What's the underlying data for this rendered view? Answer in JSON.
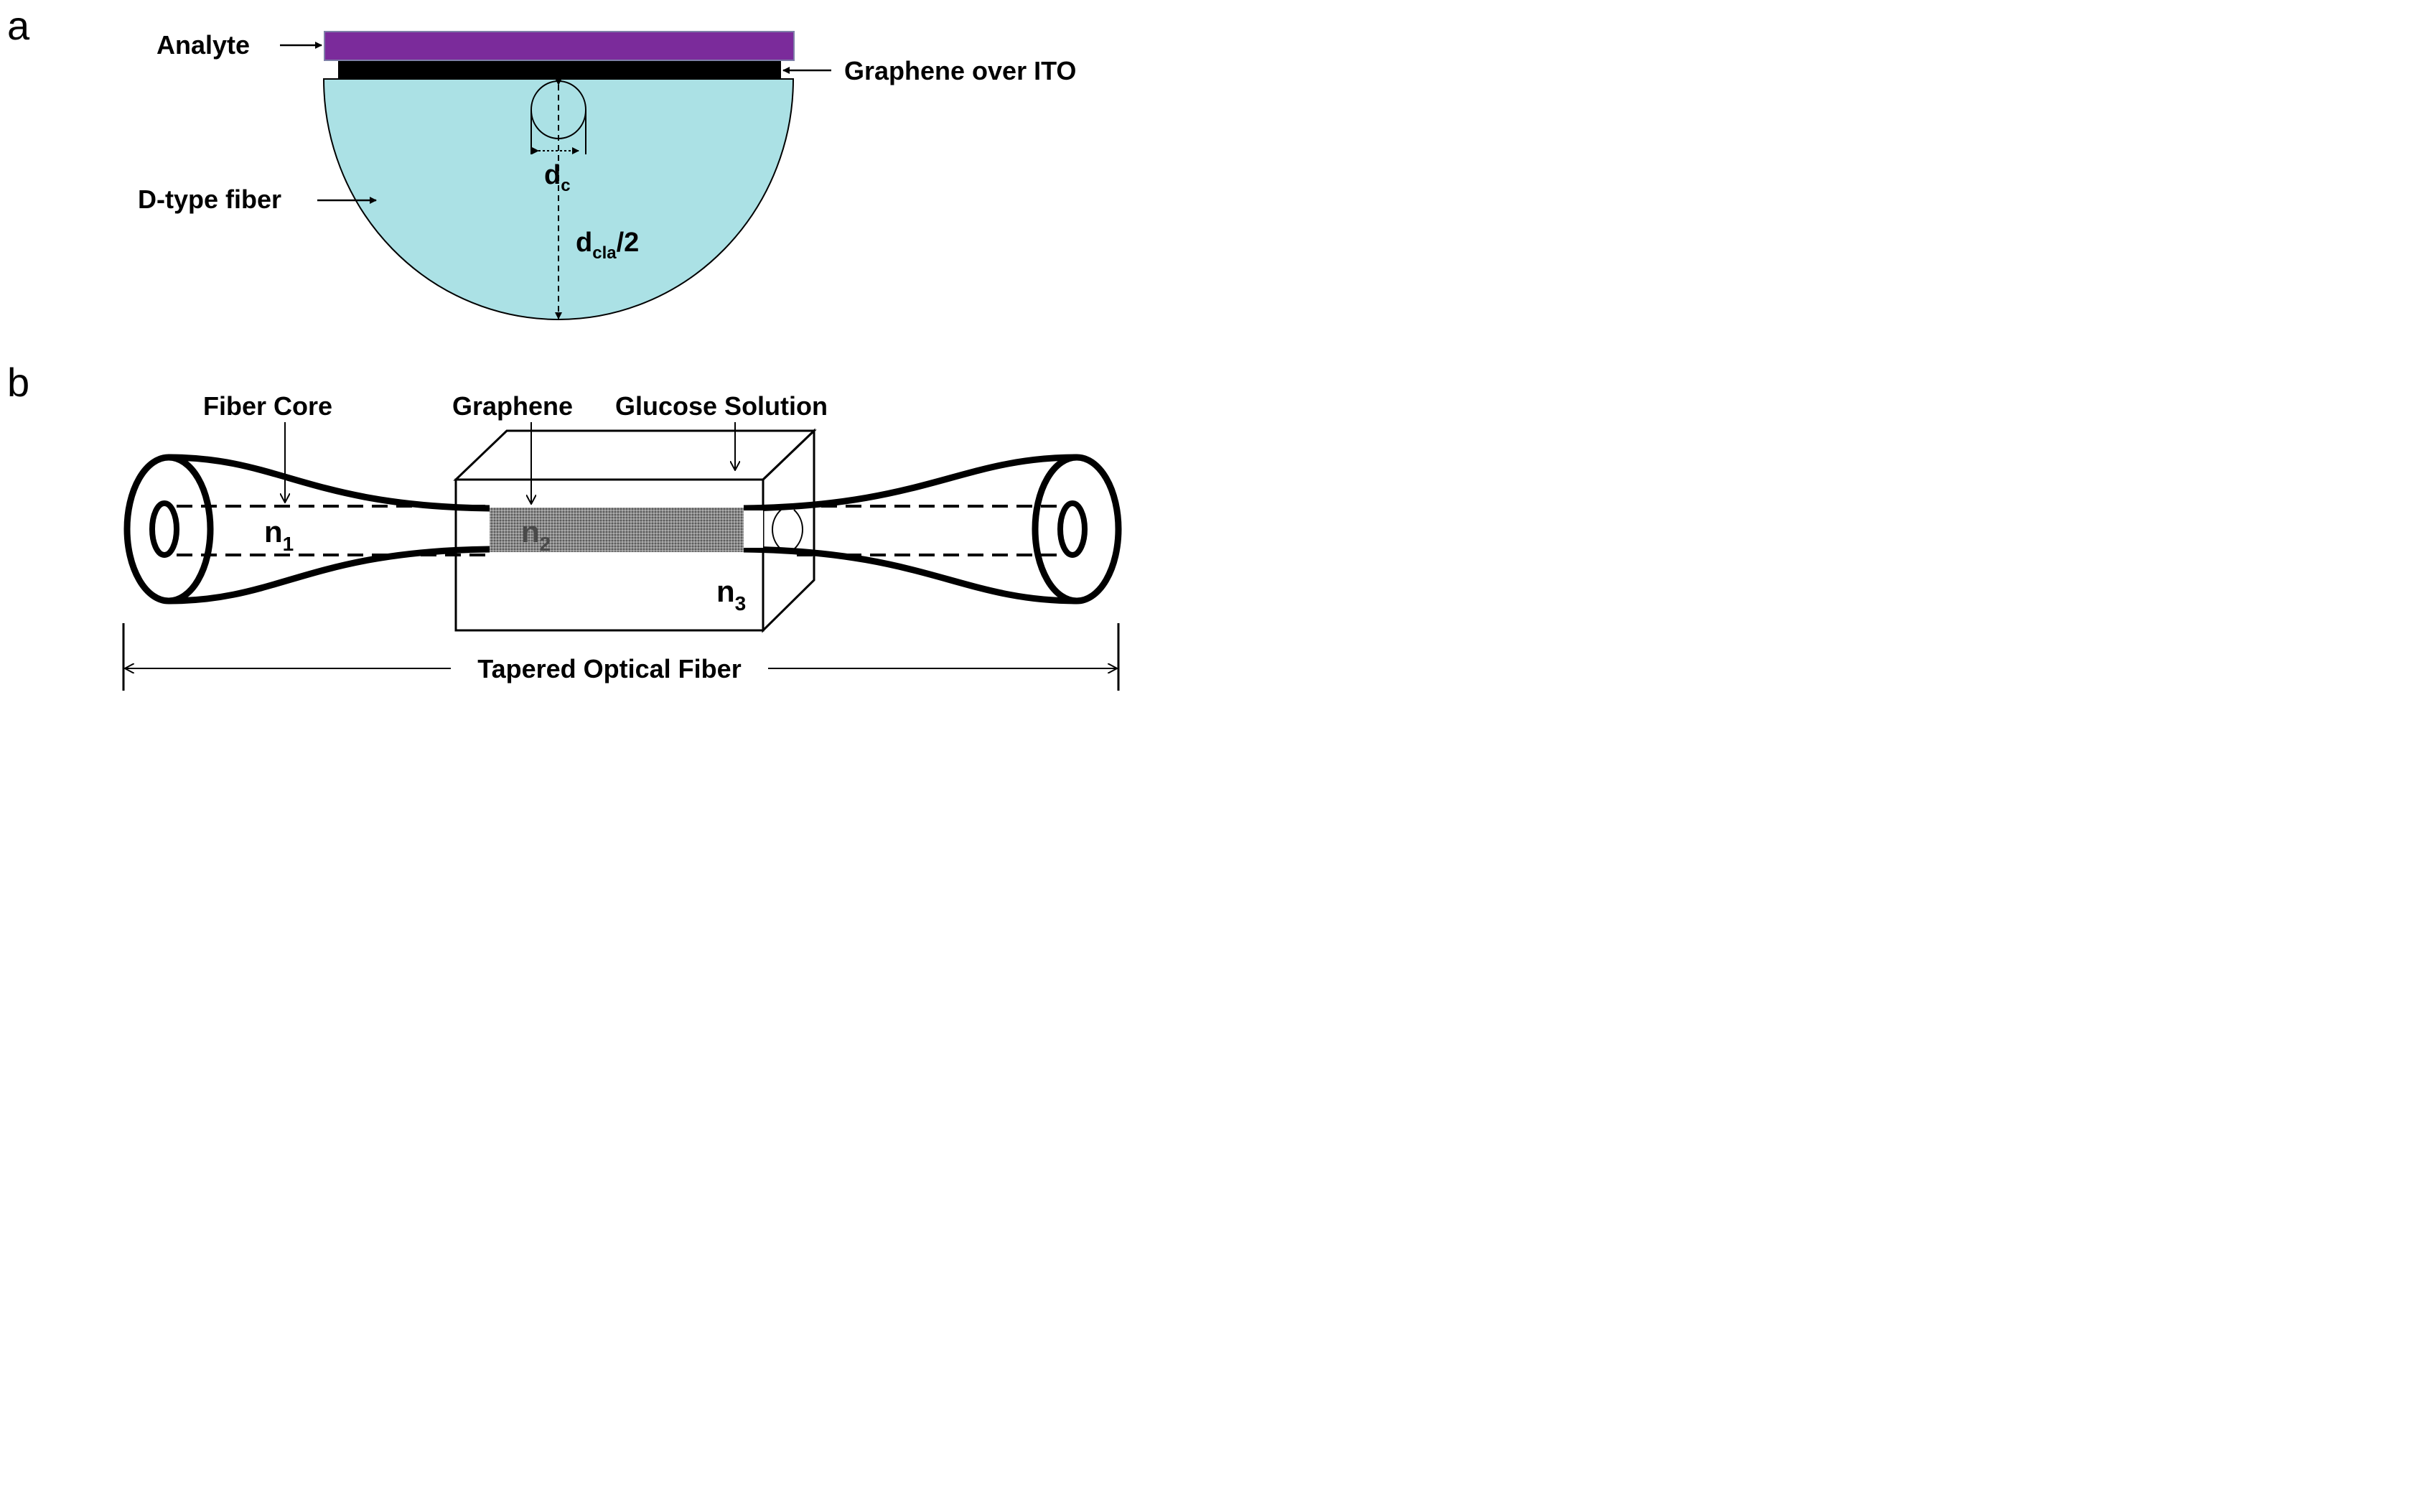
{
  "panel_a": {
    "letter": "a",
    "analyte_label": "Analyte",
    "graphene_label": "Graphene over ITO",
    "fiber_label": "D-type fiber",
    "core_dim": {
      "main": "d",
      "sub": "c"
    },
    "cladding_dim": {
      "main": "d",
      "sub": "cla",
      "suffix": "/2"
    }
  },
  "panel_b": {
    "letter": "b",
    "core_label": "Fiber Core",
    "graphene_label": "Graphene",
    "glucose_label": "Glucose Solution",
    "n1": {
      "main": "n",
      "sub": "1"
    },
    "n2": {
      "main": "n",
      "sub": "2"
    },
    "n3": {
      "main": "n",
      "sub": "3"
    },
    "span_label": "Tapered Optical Fiber"
  },
  "colors": {
    "analyte": "#7b2b9b",
    "cladding": "#abe1e5",
    "graphene_ito": "#000000",
    "graphene_coating": "#777777",
    "stroke": "#000000"
  }
}
